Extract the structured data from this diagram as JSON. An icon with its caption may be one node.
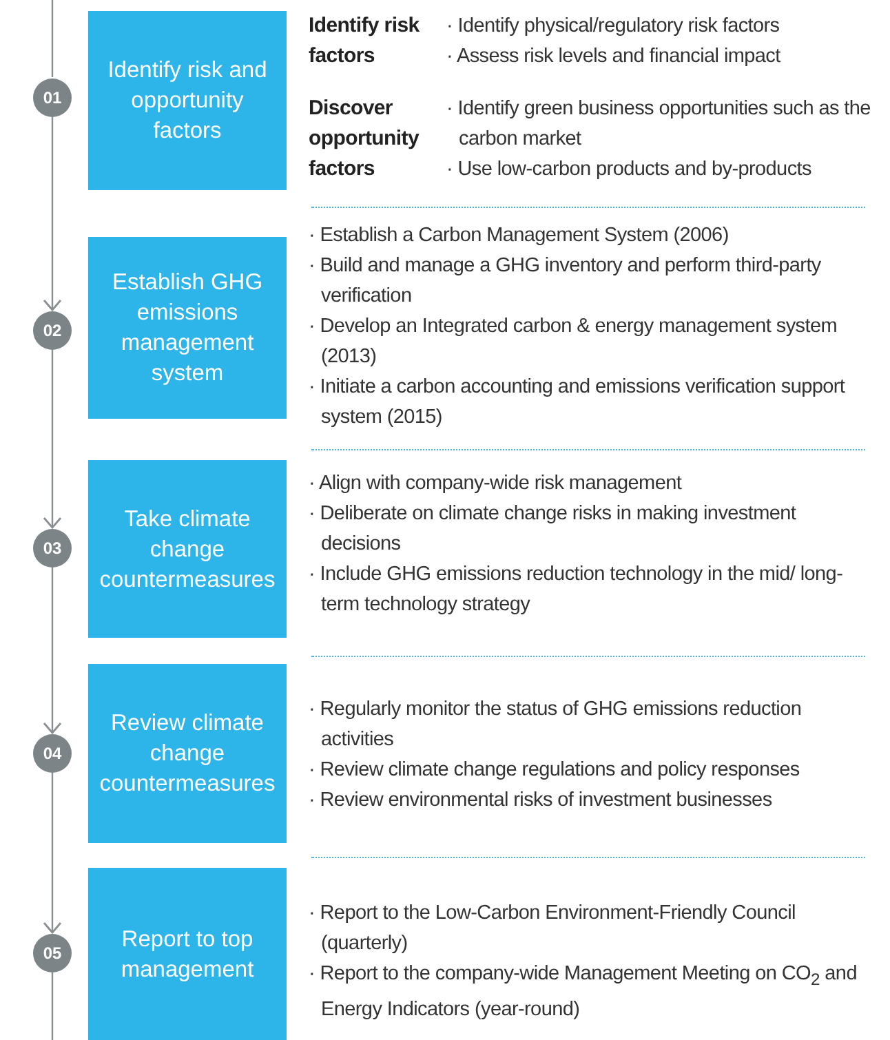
{
  "diagram": {
    "nodes": [
      {
        "text": [
          "Identify risk and opportunity factors"
        ],
        "beside": [
          "Identify risk factors",
          "· Identify physical/regulatory risk factors",
          "· Assess risk levels and financial impact",
          "Discover opportunity factors",
          "· Identify green business opportunities such as the carbon market",
          "· Use low-carbon products and by-products"
        ]
      },
      {
        "text": [
          "Establish GHG emissions management system"
        ],
        "beside": [
          "· Establish a Carbon Management System (2006)",
          "· Build and manage a GHG inventory and perform third-party verification",
          "· Develop an Integrated carbon & energy management system (2013)",
          "· Initiate a carbon accounting and emissions verification support system (2015)"
        ]
      },
      {
        "text": [
          "Take climate change countermeasures"
        ],
        "beside": [
          "· Align with company-wide risk management",
          "· Deliberate on climate change risks in making investment decisions",
          "· Include GHG emissions reduction technology in the mid/ long-term technology strategy"
        ]
      },
      {
        "text": [
          "Review climate change countermeasures"
        ],
        "beside": [
          "· Regularly monitor the status of GHG emissions reduction activities",
          "· Review climate change regulations and policy responses",
          "· Review environmental risks of investment businesses"
        ]
      },
      {
        "text": [
          "Report to top management"
        ],
        "beside": [
          "· Report to the Low-Carbon Environment-Friendly Council (quarterly)",
          "· Report to the company-wide Management Meeting on CO$_{2}$ and Energy Indicators (year-round)"
        ]
      },
      {
        "text": [
          "01"
        ]
      },
      {
        "text": [
          "02"
        ]
      },
      {
        "text": [
          "03"
        ]
      },
      {
        "text": [
          "04"
        ]
      },
      {
        "text": [
          "05"
        ]
      }
    ],
    "edges": [
      {
        "from": null,
        "to": 5,
        "arrow": "none"
      },
      {
        "from": 5,
        "to": 6,
        "arrow": "to"
      },
      {
        "from": 6,
        "to": 7,
        "arrow": "to"
      },
      {
        "from": 7,
        "to": 8,
        "arrow": "to"
      },
      {
        "from": 8,
        "to": 9,
        "arrow": "to"
      },
      {
        "from": 9,
        "to": null,
        "arrow": "none"
      }
    ]
  }
}
